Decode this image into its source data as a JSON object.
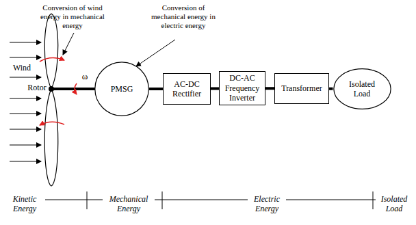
{
  "diagram": {
    "nodes": [
      {
        "text": [
          "PMSG"
        ]
      },
      {
        "text": [
          "AC-DC Rectifier"
        ]
      },
      {
        "text": [
          "DC-AC Frequency Inverter"
        ]
      },
      {
        "text": [
          "Transformer"
        ]
      },
      {
        "text": [
          "Isolated Load"
        ]
      }
    ],
    "edges": [
      {
        "from": 0,
        "to": 1,
        "arrow": "none"
      },
      {
        "from": 1,
        "to": 2,
        "arrow": "none"
      },
      {
        "from": 2,
        "to": 3,
        "arrow": "none"
      },
      {
        "from": 3,
        "to": 4,
        "arrow": "none"
      }
    ],
    "labels": [
      "Conversion of wind energy in mechanical energy",
      "Conversion of mechanical energy in electric energy",
      "Wind",
      "Rotor",
      "ω",
      "Kinetic Energy",
      "Mechanical Energy",
      "Electric Energy",
      "Isolated Load"
    ]
  }
}
